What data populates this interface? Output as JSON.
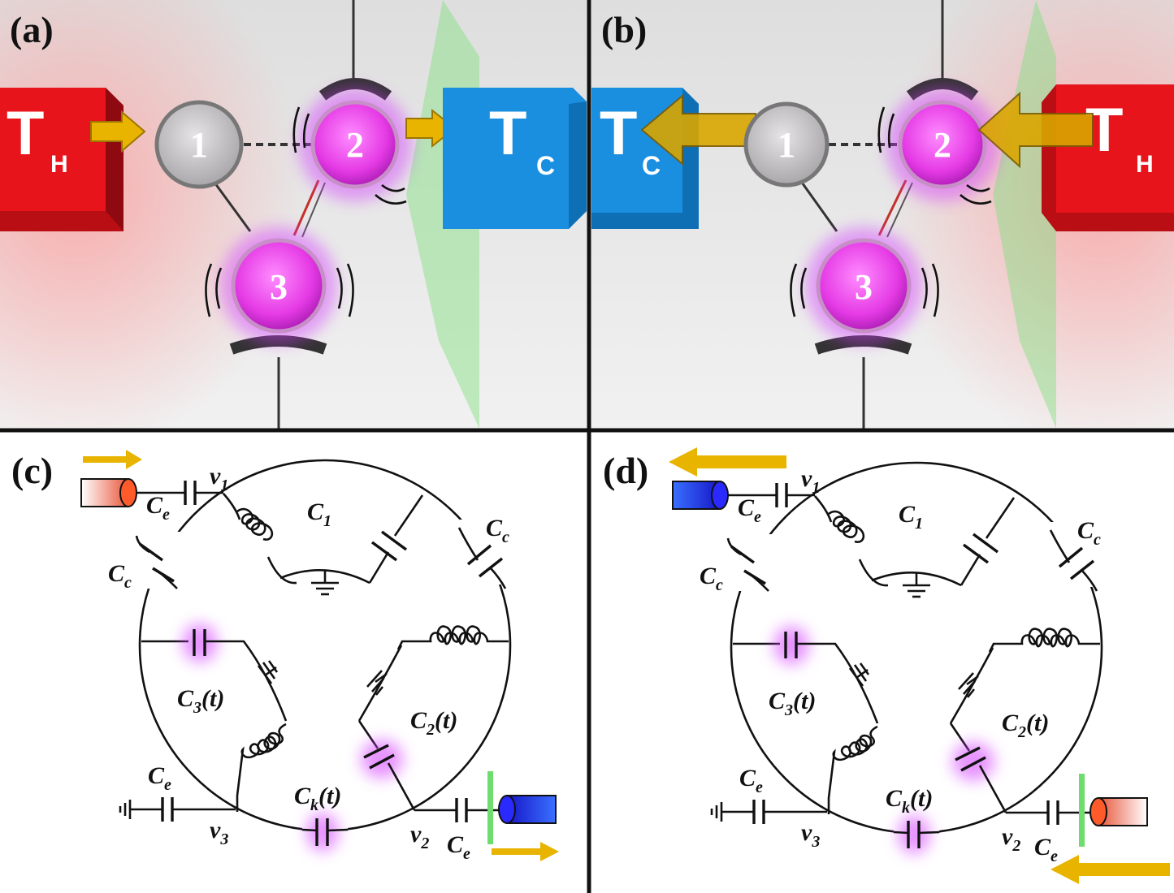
{
  "panels": {
    "a": {
      "label": "(a)",
      "bath_hot": {
        "main": "T",
        "sub": "H"
      },
      "bath_cold": {
        "main": "T",
        "sub": "C"
      }
    },
    "b": {
      "label": "(b)",
      "bath_hot": {
        "main": "T",
        "sub": "H"
      },
      "bath_cold": {
        "main": "T",
        "sub": "C"
      }
    },
    "c": {
      "label": "(c)"
    },
    "d": {
      "label": "(d)"
    }
  },
  "qubits": {
    "q1": "1",
    "q2": "2",
    "q3": "3"
  },
  "circuit": {
    "v1": {
      "main": "v",
      "sub": "1"
    },
    "v2": {
      "main": "v",
      "sub": "2"
    },
    "v3": {
      "main": "v",
      "sub": "3"
    },
    "c1": {
      "main": "C",
      "sub": "1"
    },
    "cc": {
      "main": "C",
      "sub": "c"
    },
    "ce": {
      "main": "C",
      "sub": "e"
    },
    "c2t": {
      "main": "C",
      "sub": "2",
      "tail": "(t)"
    },
    "c3t": {
      "main": "C",
      "sub": "3",
      "tail": "(t)"
    },
    "ckt": {
      "main": "C",
      "sub": "k",
      "tail": "(t)"
    }
  },
  "colors": {
    "hot_bath": "#e8141c",
    "cold_bath": "#1a8fe0",
    "qubit_active": "#e83ae8",
    "qubit_idle": "#d0cfd0",
    "arrow": "#e8b400",
    "filter": "#6fdc6f",
    "glow": "#d43bff"
  }
}
